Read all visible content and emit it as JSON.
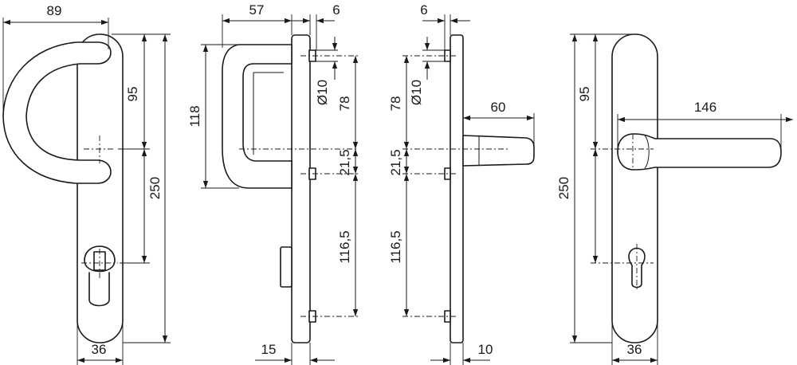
{
  "views": {
    "front_u": {
      "width_overall": "89",
      "spindle_offset": "95",
      "plate_length": "250",
      "plate_width": "36"
    },
    "side_u": {
      "projection": "57",
      "grip_height": "118",
      "plate_thickness": "6",
      "hole_diameter": "Ø10",
      "hole_to_spindle": "78",
      "spindle_to_hole": "21,5",
      "hole_spacing": "116,5",
      "cylinder_guard": "15"
    },
    "side_lever": {
      "plate_thickness": "6",
      "hole_diameter": "Ø10",
      "hole_to_spindle": "78",
      "spindle_to_hole": "21,5",
      "hole_spacing": "116,5",
      "lever_projection": "60",
      "plate_depth": "10"
    },
    "front_lever": {
      "spindle_offset": "95",
      "plate_length": "250",
      "lever_length": "146",
      "plate_width": "36"
    }
  }
}
